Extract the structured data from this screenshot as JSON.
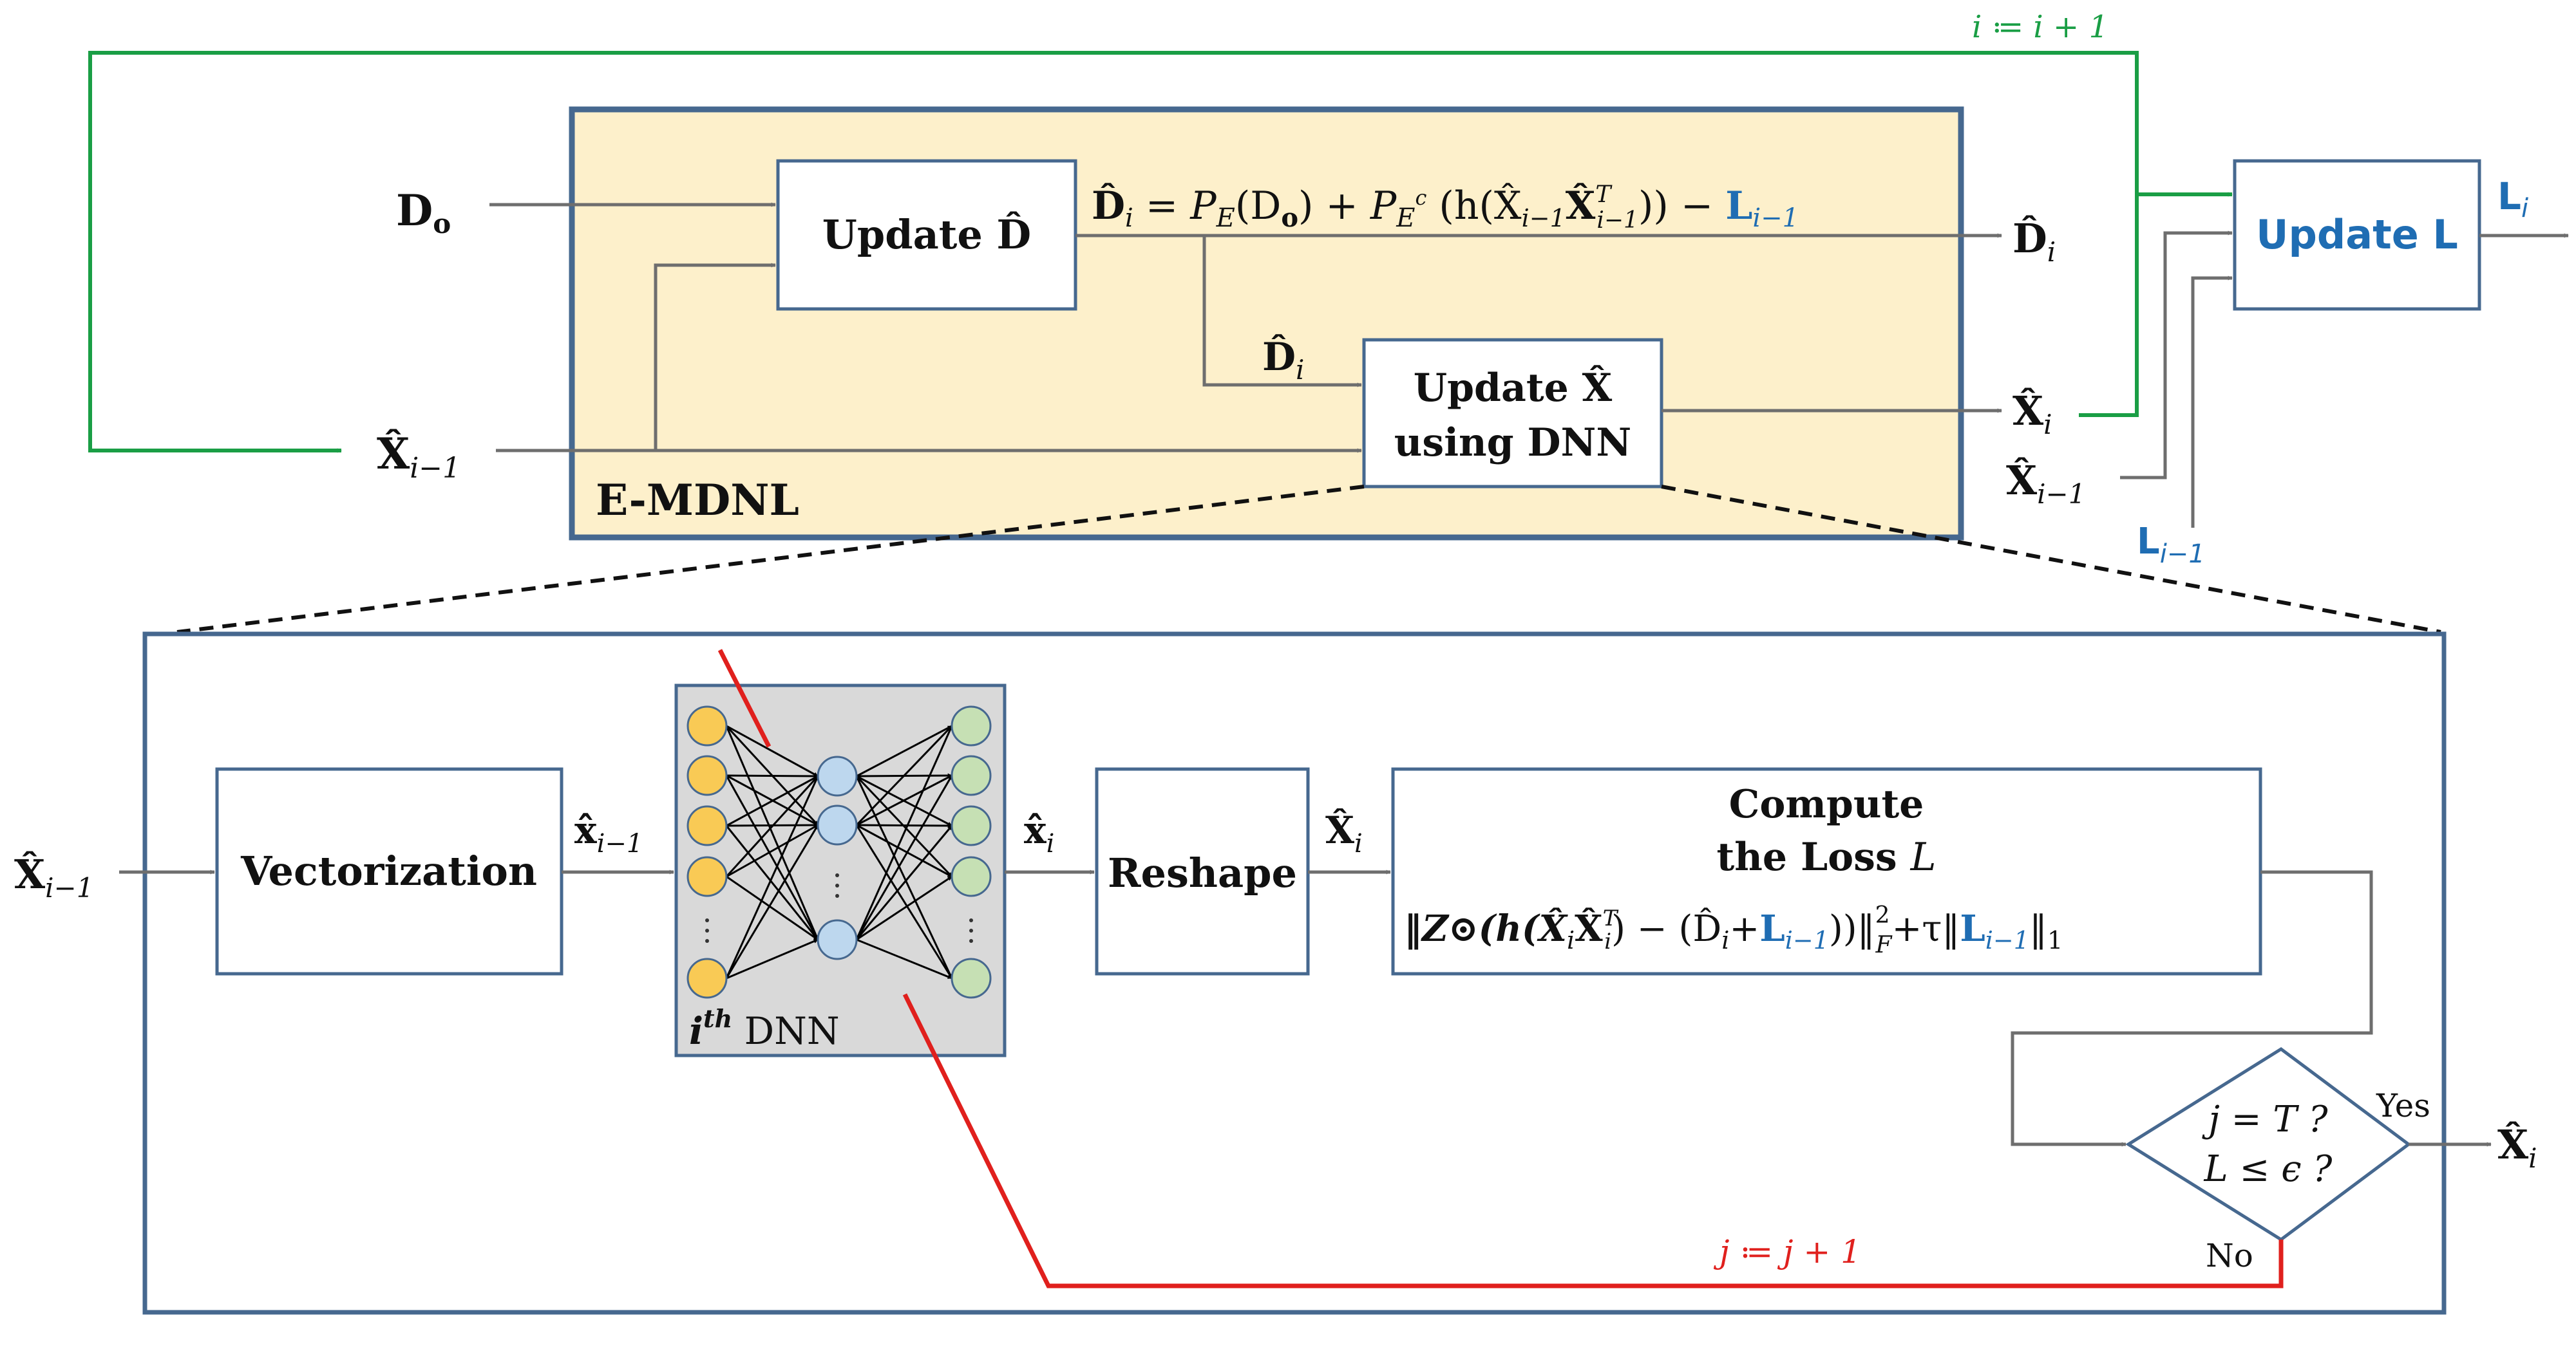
{
  "top": {
    "module_label": "E-MDNL",
    "update_d": {
      "main": "Update ",
      "sym": "D̂"
    },
    "update_x": {
      "line1_main": "Update ",
      "line1_sym": "X̂",
      "line2": "using DNN"
    },
    "update_l": {
      "main": "Update ",
      "sym": "L"
    },
    "inputs": {
      "d_o": {
        "sym": "D",
        "sub": "o"
      },
      "x_prev": {
        "sym": "X̂",
        "sub": "i−1"
      }
    },
    "equation": {
      "lhs": "D̂",
      "lhs_sub": "i",
      "eq": " = ",
      "pe": "P",
      "pe_sub": "E",
      "arg": "(D",
      "arg_sub": "o",
      "arg_close": ") + ",
      "pec": "P",
      "pec_sub": "E",
      "pec_sup": "c",
      "body": " (h(X̂",
      "x1_sub": "i−1",
      "x2": "X̂",
      "x2_sup": "T",
      "x2_sub": "i−1",
      "body_close": ")) − ",
      "l": "L",
      "l_sub": "i−1"
    },
    "mid_d_label": {
      "sym": "D̂",
      "sub": "i"
    },
    "out_d": {
      "sym": "D̂",
      "sub": "i"
    },
    "out_x": {
      "sym": "X̂",
      "sub": "i"
    },
    "out_x_prev": {
      "sym": "X̂",
      "sub": "i−1"
    },
    "out_l_prev": {
      "sym": "L",
      "sub": "i−1"
    },
    "out_l": {
      "sym": "L",
      "sub": "i"
    },
    "loop_label": "i ≔ i + 1"
  },
  "bottom": {
    "input": {
      "sym": "X̂",
      "sub": "i−1"
    },
    "vectorization": "Vectorization",
    "vec_out": {
      "sym": "x̂",
      "sub": "i−1"
    },
    "dnn_label": {
      "i": "i",
      "sup": "th",
      "rest": " DNN"
    },
    "dnn_out": {
      "sym": "x̂",
      "sub": "i"
    },
    "reshape": "Reshape",
    "reshape_out": {
      "sym": "X̂",
      "sub": "i"
    },
    "loss": {
      "title1": "Compute",
      "title2_main": "the Loss ",
      "title2_sym": "L",
      "f_open": "‖Z⊙(h(X̂",
      "f_sub1": "i",
      "f_x2": "X̂",
      "f_sup2": "T",
      "f_sub2": "i",
      "f_mid": ") − (D̂",
      "f_sub3": "i",
      "f_plus": "+",
      "f_l": "L",
      "f_lsub": "i−1",
      "f_close": "))‖",
      "f_sup_norm": "2",
      "f_sub_norm": "F",
      "f_tau": "+τ‖",
      "f_l2": "L",
      "f_l2sub": "i−1",
      "f_end": "‖",
      "f_end_sub": "1"
    },
    "decision": {
      "line1": "j = T ?",
      "line2": "L ≤  ϵ ?"
    },
    "yes": "Yes",
    "no": "No",
    "final_out": {
      "sym": "X̂",
      "sub": "i"
    },
    "loop_label": "j ≔ j + 1"
  },
  "colors": {
    "box_border": "#46688f",
    "module_fill": "#fdf0cb",
    "arrow": "#6e6e6e",
    "green": "#1a9e45",
    "red": "#e0201d",
    "blue": "#1f6db3",
    "dnn_fill": "#d9d9d9",
    "node_yellow": "#f9ca55",
    "node_blue": "#bdd7ee",
    "node_green": "#c6e0b4"
  }
}
